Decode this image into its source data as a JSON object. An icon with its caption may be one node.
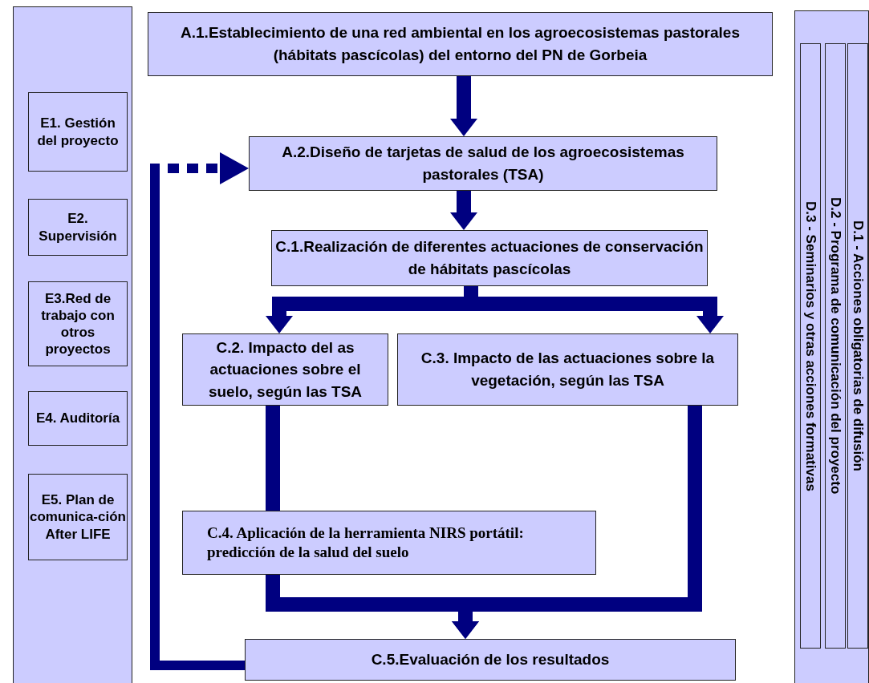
{
  "diagram": {
    "nodes": [
      {
        "text": [],
        "shape": "box"
      },
      {
        "text": [
          "E1. Gestión del proyecto"
        ],
        "in": 0
      },
      {
        "text": [
          "E2. Supervisión"
        ],
        "in": 0
      },
      {
        "text": [
          "E3.Red de trabajo con otros proyectos"
        ],
        "in": 0
      },
      {
        "text": [
          "E4. Auditoría"
        ],
        "in": 0
      },
      {
        "text": [
          "E5. Plan de comunica-ción After LIFE"
        ],
        "in": 0
      },
      {
        "text": [
          "A.1.Establecimiento de una red ambiental en los agroecosistemas pastorales (hábitats pascícolas) del entorno del PN de Gorbeia"
        ]
      },
      {
        "text": [
          "A.2.Diseño de tarjetas de salud de los agroecosistemas pastorales (TSA)"
        ]
      },
      {
        "text": [
          "C.1.Realización de diferentes actuaciones de conservación de hábitats pascícolas"
        ]
      },
      {
        "text": [
          "C.2. Impacto del as actuaciones sobre el suelo, según las TSA"
        ]
      },
      {
        "text": [
          "C.3. Impacto de las actuaciones sobre la vegetación, según las TSA"
        ]
      },
      {
        "text": [
          "C.4. Aplicación de la herramienta NIRS portátil: predicción de la salud del suelo"
        ]
      },
      {
        "text": [
          "C.5.Evaluación de los resultados"
        ]
      },
      {
        "text": [],
        "shape": "box"
      },
      {
        "text": [
          "D.3 - Seminarios y otras acciones formativas"
        ],
        "in": 13
      },
      {
        "text": [
          "D.2 - Programa de comunicación del proyecto"
        ],
        "in": 13
      },
      {
        "text": [
          "D.1 - Acciones obligatorias de difusión"
        ],
        "in": 13
      }
    ],
    "edges": [
      {
        "from": 6,
        "to": 7,
        "arrow": "to"
      },
      {
        "from": 7,
        "to": 8,
        "arrow": "to"
      },
      {
        "from": 8,
        "to": 9,
        "arrow": "to"
      },
      {
        "from": 8,
        "to": 10,
        "arrow": "to"
      },
      {
        "from": 9,
        "to": 11,
        "arrow": "none"
      },
      {
        "from": 11,
        "to": 12,
        "arrow": "to"
      },
      {
        "from": 10,
        "to": 12,
        "arrow": "to"
      },
      {
        "from": 12,
        "to": 7,
        "arrow": "to",
        "style": "dashed"
      }
    ]
  }
}
